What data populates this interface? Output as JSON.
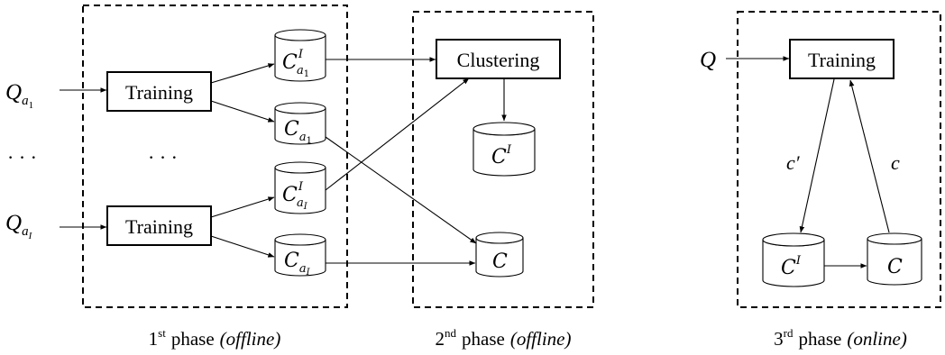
{
  "phases": [
    {
      "ord": "1",
      "sup": "st",
      "word": "phase",
      "mode": "(offline)"
    },
    {
      "ord": "2",
      "sup": "nd",
      "word": "phase",
      "mode": "(offline)"
    },
    {
      "ord": "3",
      "sup": "rd",
      "word": "phase",
      "mode": "(online)"
    }
  ],
  "inputs": {
    "q_a1": {
      "base": "Q",
      "sub": "a",
      "subsub": "1"
    },
    "ellipsis": "· · ·",
    "q_aI": {
      "base": "Q",
      "sub": "a",
      "subsub": "I"
    },
    "q": "Q"
  },
  "phase1": {
    "training_top": "Training",
    "ellipsis": "· · ·",
    "training_bottom": "Training",
    "stores": [
      {
        "base": "C",
        "sup": "I",
        "sub": "a",
        "subsub": "1"
      },
      {
        "base": "C",
        "sup": "",
        "sub": "a",
        "subsub": "1"
      },
      {
        "base": "C",
        "sup": "I",
        "sub": "a",
        "subsub": "I"
      },
      {
        "base": "C",
        "sup": "",
        "sub": "a",
        "subsub": "I"
      }
    ]
  },
  "phase2": {
    "clustering": "Clustering",
    "store_cluster": {
      "base": "C",
      "sup": "I"
    },
    "store_all": {
      "base": "C"
    }
  },
  "phase3": {
    "training": "Training",
    "store_cluster": {
      "base": "C",
      "sup": "I"
    },
    "store_all": {
      "base": "C"
    },
    "edge_down": "c′",
    "edge_up": "c"
  }
}
